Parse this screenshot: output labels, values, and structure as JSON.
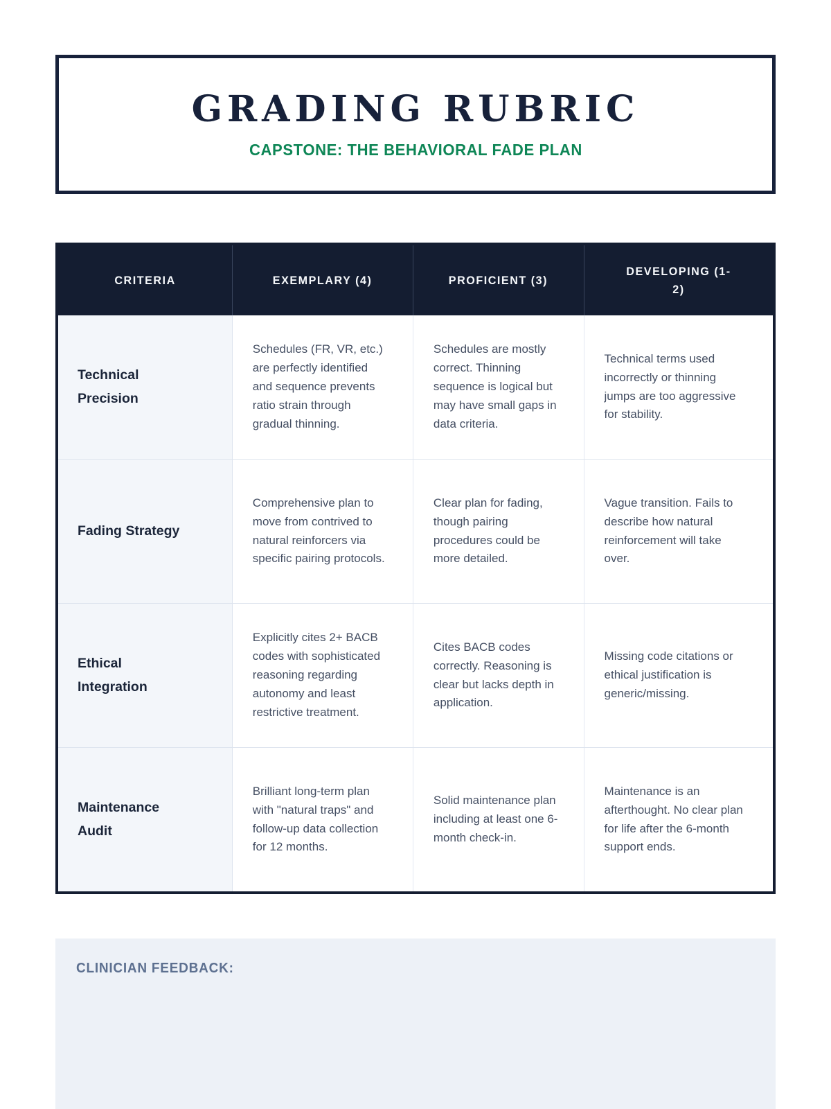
{
  "header": {
    "title": "GRADING RUBRIC",
    "subtitle": "CAPSTONE: THE BEHAVIORAL FADE PLAN"
  },
  "table": {
    "columns": [
      {
        "label": "CRITERIA"
      },
      {
        "label": "EXEMPLARY (4)"
      },
      {
        "label": "PROFICIENT (3)"
      },
      {
        "label": "DEVELOPING (1-2)"
      }
    ],
    "rows": [
      {
        "criteria": "Technical Precision",
        "exemplary": "Schedules (FR, VR, etc.) are perfectly identified and sequence prevents ratio strain through gradual thinning.",
        "proficient": "Schedules are mostly correct. Thinning sequence is logical but may have small gaps in data criteria.",
        "developing": "Technical terms used incorrectly or thinning jumps are too aggressive for stability."
      },
      {
        "criteria": "Fading Strategy",
        "exemplary": "Comprehensive plan to move from contrived to natural reinforcers via specific pairing protocols.",
        "proficient": "Clear plan for fading, though pairing procedures could be more detailed.",
        "developing": "Vague transition. Fails to describe how natural reinforcement will take over."
      },
      {
        "criteria": "Ethical Integration",
        "exemplary": "Explicitly cites 2+ BACB codes with sophisticated reasoning regarding autonomy and least restrictive treatment.",
        "proficient": "Cites BACB codes correctly. Reasoning is clear but lacks depth in application.",
        "developing": "Missing code citations or ethical justification is generic/missing."
      },
      {
        "criteria": "Maintenance Audit",
        "exemplary": "Brilliant long-term plan with \"natural traps\" and follow-up data collection for 12 months.",
        "proficient": "Solid maintenance plan including at least one 6-month check-in.",
        "developing": "Maintenance is an afterthought. No clear plan for life after the 6-month support ends."
      }
    ]
  },
  "feedback": {
    "label": "CLINICIAN FEEDBACK:"
  },
  "colors": {
    "navy": "#141d31",
    "accent_green": "#0e8656",
    "criteria_cell_bg": "#f3f6fa",
    "body_text": "#454f63",
    "feedback_panel_bg": "#edf1f7",
    "feedback_label": "#5d7090"
  }
}
